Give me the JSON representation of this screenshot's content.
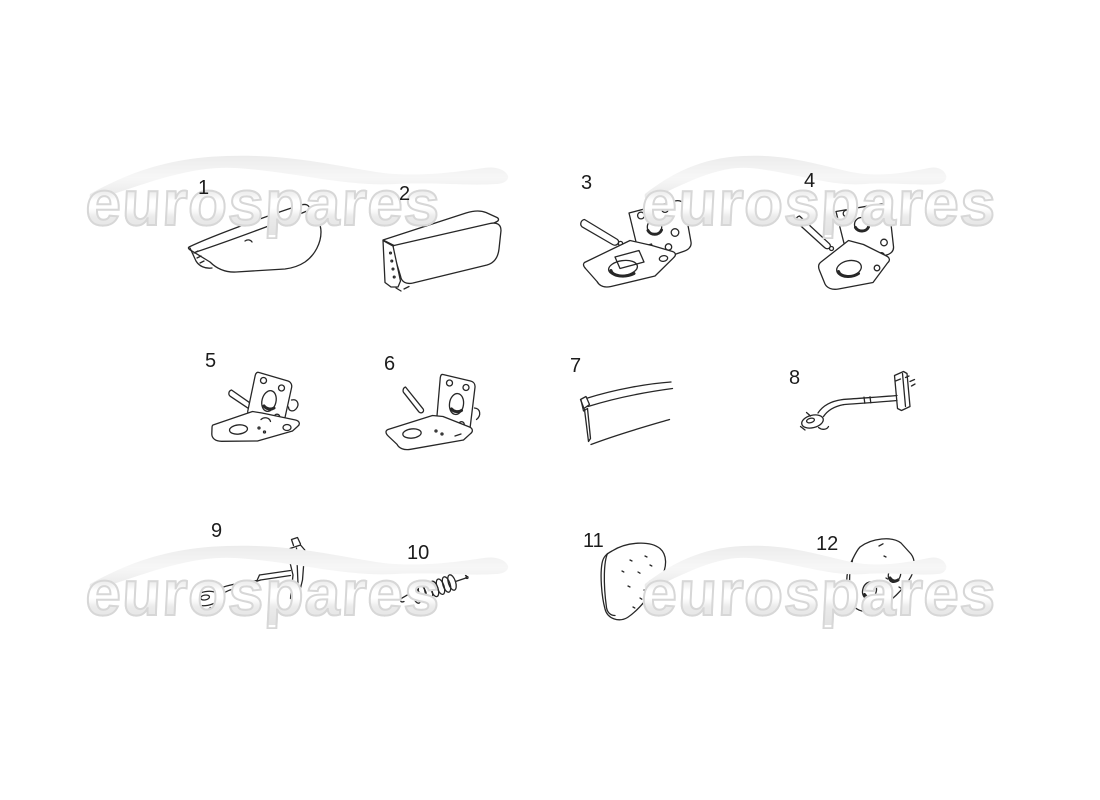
{
  "figure": {
    "type": "parts-diagram",
    "background": "#ffffff",
    "line_color": "#272727"
  },
  "watermark": {
    "text": "eurospares",
    "instances": 4,
    "outline_color": "#d7d7d7",
    "fill_color": "#f2f2f2"
  },
  "part_labels": [
    "1",
    "2",
    "3",
    "4",
    "5",
    "6",
    "7",
    "8",
    "9",
    "10",
    "11",
    "12"
  ]
}
